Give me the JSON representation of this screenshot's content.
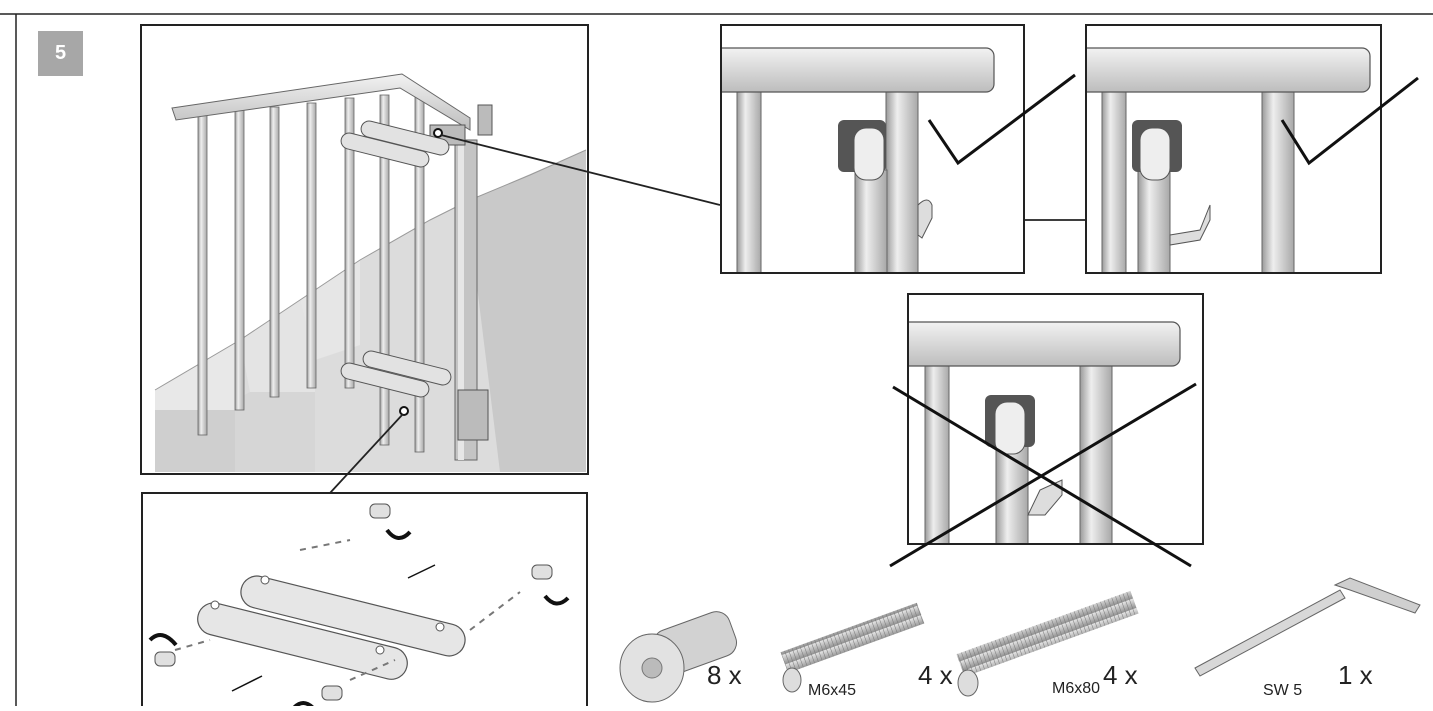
{
  "step": {
    "number": "5"
  },
  "hardware": [
    {
      "qty": "8 x",
      "code": "",
      "icon": "bolt-icon"
    },
    {
      "qty": "4 x",
      "code": "M6x45",
      "icon": "threaded-rod-icon"
    },
    {
      "qty": "4 x",
      "code": "M6x80",
      "icon": "threaded-rod-icon"
    },
    {
      "qty": "1 x",
      "code": "SW 5",
      "icon": "hex-key-icon"
    }
  ],
  "checks": {
    "correct": "check-icon",
    "wrong": "cross-icon"
  }
}
